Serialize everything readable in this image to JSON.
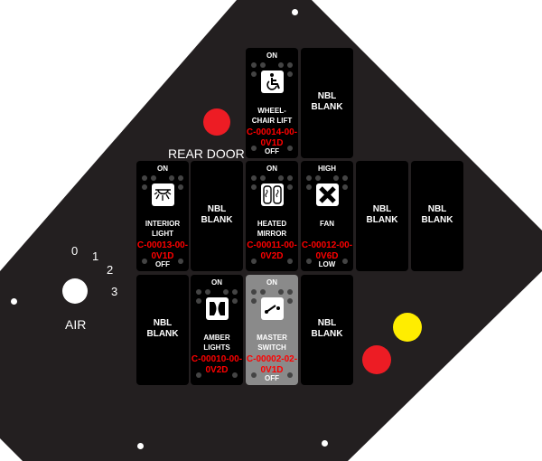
{
  "rear_door_label": "REAR DOOR",
  "air": {
    "label": "AIR",
    "positions": [
      "0",
      "1",
      "2",
      "3"
    ]
  },
  "switches": [
    {
      "id": "wheelchair-lift",
      "top": "ON",
      "label": "WHEEL-\nCHAIR LIFT",
      "code": "C-00014-00-\n0V1D",
      "bottom": "OFF",
      "icon": "wheelchair-icon"
    },
    {
      "id": "nbl-blank-1",
      "blank": "NBL\nBLANK"
    },
    {
      "id": "interior-light",
      "top": "ON",
      "label": "INTERIOR\nLIGHT",
      "code": "C-00013-00-\n0V1D",
      "bottom": "OFF",
      "icon": "dome-light-icon"
    },
    {
      "id": "nbl-blank-2",
      "blank": "NBL\nBLANK"
    },
    {
      "id": "heated-mirror",
      "top": "ON",
      "label": "HEATED\nMIRROR",
      "code": "C-00011-00-\n0V2D",
      "bottom": "",
      "icon": "heated-mirror-icon"
    },
    {
      "id": "fan",
      "top": "HIGH",
      "label": "FAN",
      "code": "C-00012-00-\n0V6D",
      "bottom": "LOW",
      "icon": "fan-icon"
    },
    {
      "id": "nbl-blank-3",
      "blank": "NBL\nBLANK"
    },
    {
      "id": "nbl-blank-4",
      "blank": "NBL\nBLANK"
    },
    {
      "id": "nbl-blank-5",
      "blank": "NBL\nBLANK"
    },
    {
      "id": "amber-lights",
      "top": "ON",
      "label": "AMBER\nLIGHTS",
      "code": "C-00010-00-\n0V2D",
      "bottom": "",
      "icon": "amber-light-icon"
    },
    {
      "id": "master-switch",
      "top": "ON",
      "label": "MASTER\nSWITCH",
      "code": "C-00002-02-\n0V1D",
      "bottom": "OFF",
      "icon": "master-switch-icon",
      "gray": true
    },
    {
      "id": "nbl-blank-6",
      "blank": "NBL\nBLANK"
    }
  ],
  "colors": {
    "panel": "#231f20",
    "red": "#ed1c24",
    "yellow": "#ffed00"
  }
}
